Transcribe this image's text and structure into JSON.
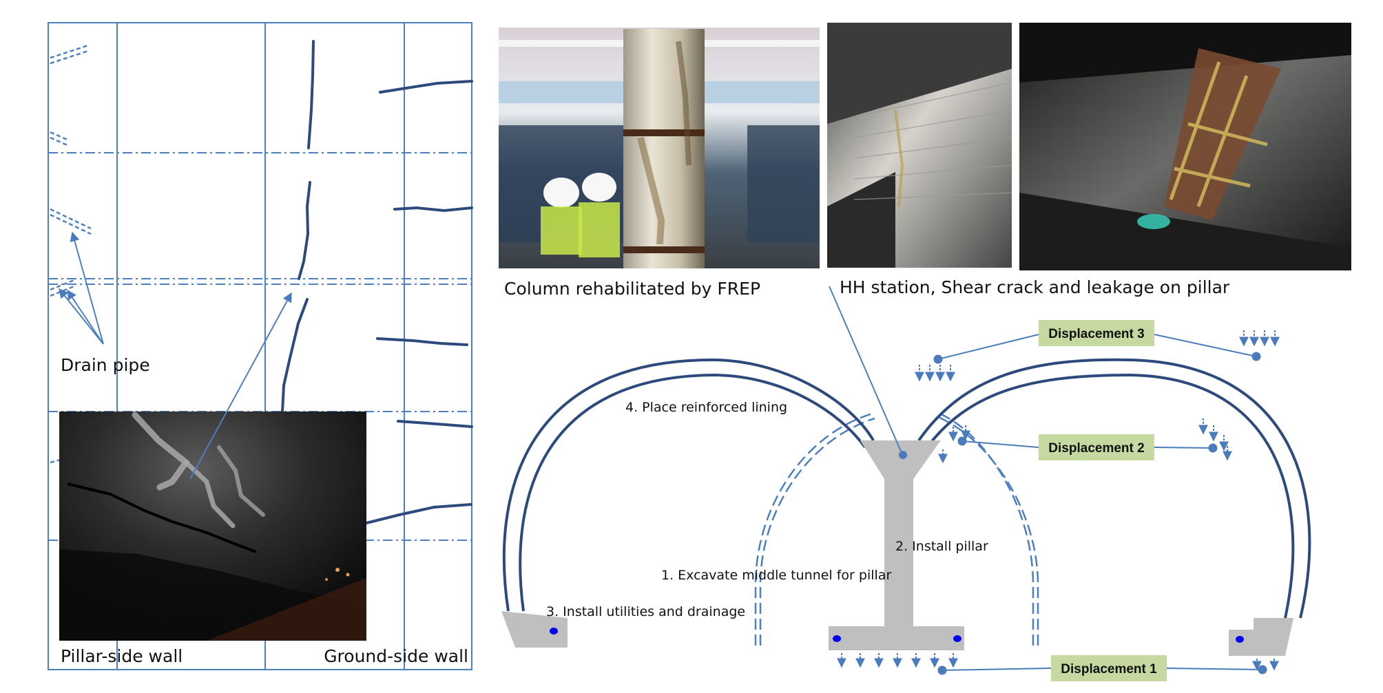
{
  "crack_map": {
    "labels": {
      "drain_pipe": "Drain pipe",
      "pillar_side": "Pillar-side wall",
      "ground_side": "Ground-side wall"
    }
  },
  "photos": {
    "captions": {
      "column": "Column rehabilitated by FREP",
      "hh_station": "HH station, Shear crack and leakage on pillar"
    }
  },
  "section": {
    "steps": {
      "step1": "1. Excavate middle tunnel for pillar",
      "step2": "2. Install pillar",
      "step3": "3. Install utilities and drainage",
      "step4": "4. Place reinforced lining"
    },
    "displacements": {
      "d1": "Displacement 1",
      "d2": "Displacement 2",
      "d3": "Displacement 3"
    }
  },
  "colors": {
    "navy_line": "#2c4a7c",
    "grid_blue": "#4d7fbf",
    "concrete_gray": "#bfbfbf",
    "marker_blue": "#4a7bbd",
    "badge_green": "#c6d9a0",
    "dot_blue": "#0000ee"
  }
}
